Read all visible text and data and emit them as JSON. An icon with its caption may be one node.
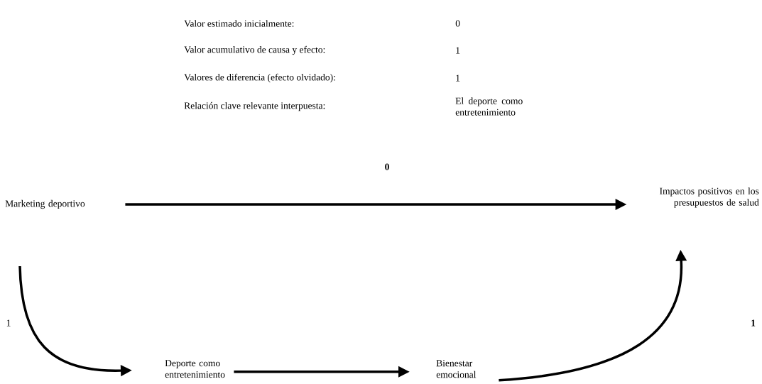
{
  "diagram": {
    "nodes": [
      {
        "text": [
          "Marketing deportivo"
        ]
      },
      {
        "text": [
          "Impactos positivos en los presupuestos de salud"
        ]
      },
      {
        "text": [
          "Deporte como entretenimiento"
        ]
      },
      {
        "text": [
          "Bienestar emocional"
        ]
      }
    ],
    "edges": [
      {
        "from": 0,
        "to": 1,
        "arrow": "to",
        "label": "0"
      },
      {
        "from": 0,
        "to": 2,
        "arrow": "to",
        "label": "1"
      },
      {
        "from": 2,
        "to": 3,
        "arrow": "to"
      },
      {
        "from": 3,
        "to": 1,
        "arrow": "to"
      }
    ],
    "labels": [
      "Valor estimado inicialmente:",
      "0",
      "Valor acumulativo de causa y efecto:",
      "1",
      "Valores de diferencia (efecto olvidado):",
      "1",
      "Relación clave relevante interpuesta:",
      "El deporte como entretenimiento",
      "1"
    ]
  }
}
